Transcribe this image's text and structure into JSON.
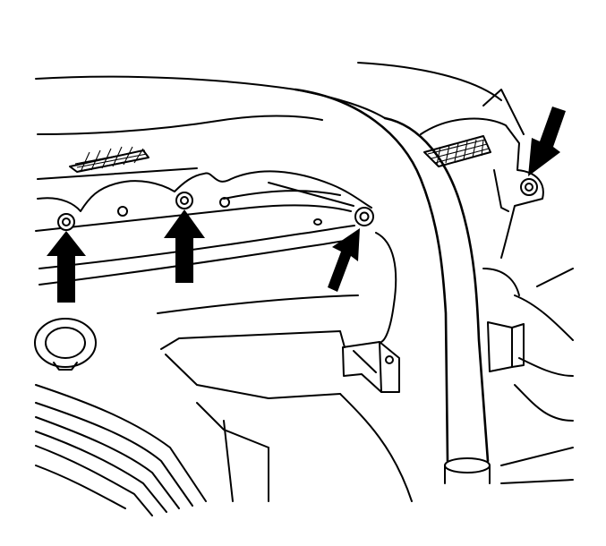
{
  "figure": {
    "type": "line-art-diagram",
    "callouts": [
      {
        "id": "fastener-1",
        "kind": "arrow",
        "direction": "up"
      },
      {
        "id": "fastener-2",
        "kind": "arrow",
        "direction": "up"
      },
      {
        "id": "fastener-3",
        "kind": "arrow",
        "direction": "up-right"
      },
      {
        "id": "fastener-4",
        "kind": "arrow",
        "direction": "down-left"
      }
    ],
    "colors": {
      "line": "#000000",
      "background": "#ffffff"
    }
  }
}
